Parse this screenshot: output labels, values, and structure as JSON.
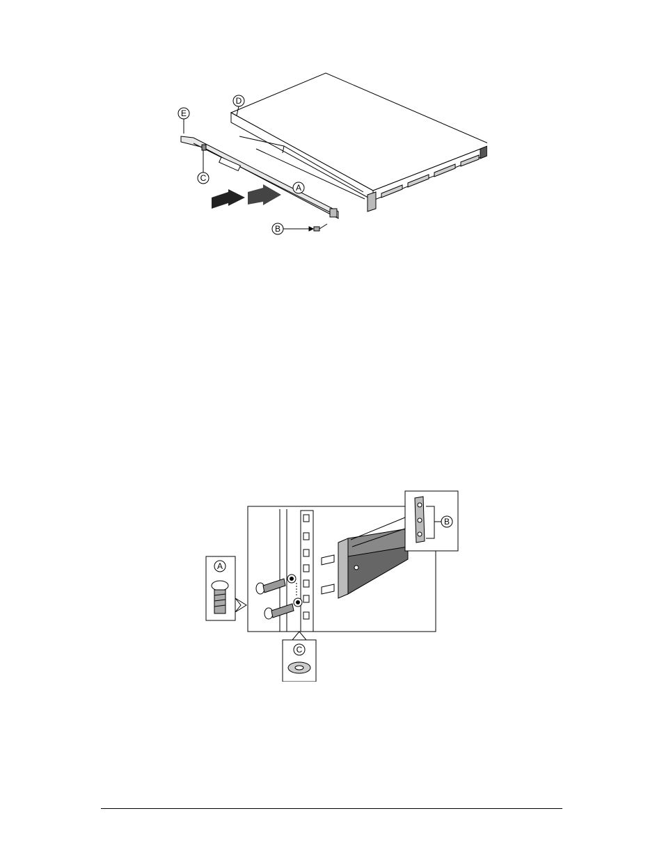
{
  "figure1": {
    "callouts": {
      "a": "A",
      "b": "B",
      "c": "C",
      "d": "D",
      "e": "E"
    }
  },
  "figure2": {
    "callouts": {
      "a": "A",
      "b": "B",
      "c": "C"
    }
  }
}
